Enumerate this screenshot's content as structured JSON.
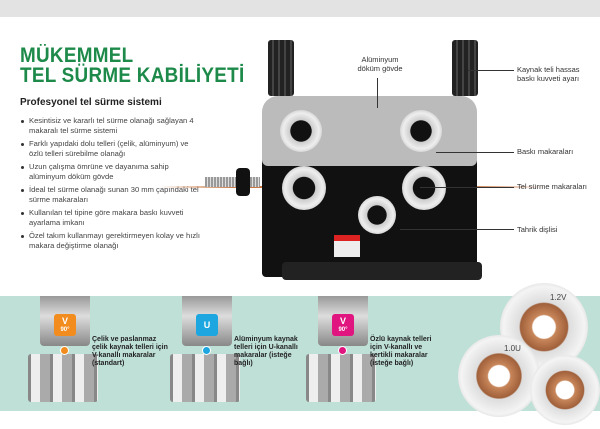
{
  "heading": {
    "line1": "MÜKEMMEL",
    "line2": "TEL SÜRME KABİLİYETİ"
  },
  "subheading": "Profesyonel tel sürme sistemi",
  "features": [
    "Kesintisiz ve kararlı tel sürme olanağı sağlayan 4 makaralı tel sürme sistemi",
    "Farklı yapıdaki dolu telleri (çelik, alüminyum) ve özlü telleri sürebilme olanağı",
    "Uzun çalışma ömrüne ve dayanıma sahip alüminyum döküm gövde",
    "İdeal tel sürme olanağı sunan 30 mm çapındaki tel sürme makaraları",
    "Kullanılan tel tipine göre makara baskı kuvveti ayarlama imkanı",
    "Özel takım kullanmayı gerektirmeyen kolay ve hızlı makara değiştirme olanağı"
  ],
  "callouts": {
    "body": "Alüminyum döküm gövde",
    "pressure": "Kaynak teli hassas baskı kuvveti ayarı",
    "pressure_rollers": "Baskı makaraları",
    "feed_rollers": "Tel sürme makaraları",
    "drive_gear": "Tahrik dişlisi"
  },
  "roller_types": [
    {
      "badge": "V",
      "angle": "90°",
      "color": "#f28c1e",
      "desc": "Çelik ve paslanmaz çelik kaynak telleri için V-kanallı makaralar (standart)"
    },
    {
      "badge": "U",
      "angle": "",
      "color": "#1ea6e0",
      "desc": "Alüminyum kaynak telleri için U-kanallı makaralar (isteğe bağlı)"
    },
    {
      "badge": "V",
      "angle": "90°",
      "color": "#e0157f",
      "desc": "Özlü kaynak telleri için V-kanallı ve kertikli makaralar (isteğe bağlı)"
    }
  ],
  "spare_rollers": {
    "label1": "1.2V",
    "label2": "1.0U"
  }
}
